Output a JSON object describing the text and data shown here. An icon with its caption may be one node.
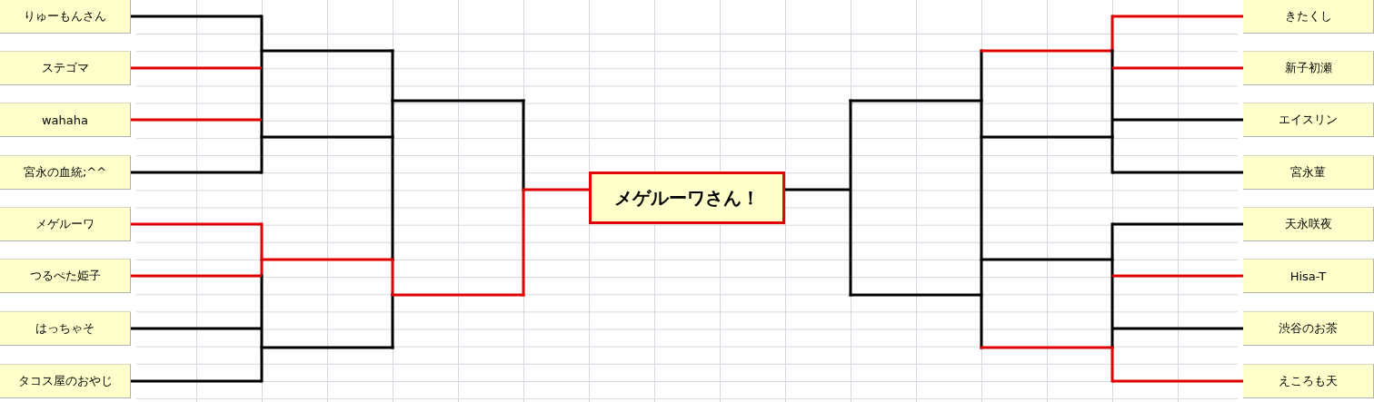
{
  "diagram": {
    "nodes": [
      {
        "text": [
          "りゅーもんさん"
        ]
      },
      {
        "text": [
          "ステゴマ"
        ]
      },
      {
        "text": [
          "wahaha"
        ]
      },
      {
        "text": [
          "宮永の血統;^^"
        ]
      },
      {
        "text": [
          "メゲルーワ"
        ]
      },
      {
        "text": [
          "つるぺた姫子"
        ]
      },
      {
        "text": [
          "はっちゃそ"
        ]
      },
      {
        "text": [
          "タコス屋のおやじ"
        ]
      },
      {
        "text": [
          "メゲルーワさん！"
        ]
      },
      {
        "text": [
          "きたくし"
        ]
      },
      {
        "text": [
          "新子初瀬"
        ]
      },
      {
        "text": [
          "エイスリン"
        ]
      },
      {
        "text": [
          "宮永菫"
        ]
      },
      {
        "text": [
          "天永咲夜"
        ]
      },
      {
        "text": [
          "Hisa-T"
        ]
      },
      {
        "text": [
          "渋谷のお茶"
        ]
      },
      {
        "text": [
          "えころも天"
        ]
      }
    ],
    "edges": [
      {
        "from": 0,
        "to": null,
        "arrow": "none"
      },
      {
        "from": 1,
        "to": null,
        "arrow": "none",
        "color": "#e00000"
      },
      {
        "from": 2,
        "to": null,
        "arrow": "none",
        "color": "#e00000"
      },
      {
        "from": 3,
        "to": null,
        "arrow": "none"
      },
      {
        "from": 4,
        "to": null,
        "arrow": "none",
        "color": "#e00000"
      },
      {
        "from": 5,
        "to": null,
        "arrow": "none",
        "color": "#e00000"
      },
      {
        "from": 6,
        "to": null,
        "arrow": "none"
      },
      {
        "from": 7,
        "to": null,
        "arrow": "none"
      },
      {
        "from": null,
        "to": 8,
        "arrow": "none",
        "color": "#e00000"
      },
      {
        "from": 8,
        "to": null,
        "arrow": "none"
      },
      {
        "from": 9,
        "to": null,
        "arrow": "none",
        "color": "#e00000"
      },
      {
        "from": 10,
        "to": null,
        "arrow": "none",
        "color": "#e00000"
      },
      {
        "from": 11,
        "to": null,
        "arrow": "none"
      },
      {
        "from": 12,
        "to": null,
        "arrow": "none"
      },
      {
        "from": 13,
        "to": null,
        "arrow": "none"
      },
      {
        "from": 14,
        "to": null,
        "arrow": "none",
        "color": "#e00000"
      },
      {
        "from": 15,
        "to": null,
        "arrow": "none"
      },
      {
        "from": 16,
        "to": null,
        "arrow": "none",
        "color": "#e00000"
      }
    ]
  }
}
